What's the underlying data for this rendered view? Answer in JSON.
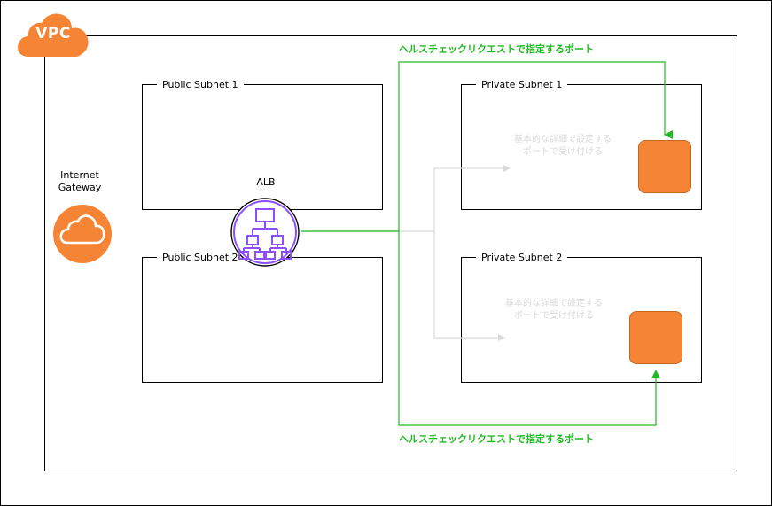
{
  "vpc": {
    "label": "VPC"
  },
  "internet_gateway": {
    "label_line1": "Internet",
    "label_line2": "Gateway"
  },
  "alb": {
    "label": "ALB"
  },
  "subnets": {
    "public1": "Public Subnet 1",
    "public2": "Public Subnet 2",
    "private1": "Private Subnet 1",
    "private2": "Private Subnet 2"
  },
  "notes": {
    "port_line1": "基本的な詳細で設定する",
    "port_line2": "ポートで受け付ける"
  },
  "health_check": {
    "label_top": "ヘルスチェックリクエストで指定するポート",
    "label_bottom": "ヘルスチェックリクエストで指定するポート"
  },
  "colors": {
    "vpc_orange": "#f58535",
    "health_check_green": "#1fba1f",
    "alb_purple": "#8c4fff",
    "traffic_gray": "#d9d9d9"
  }
}
